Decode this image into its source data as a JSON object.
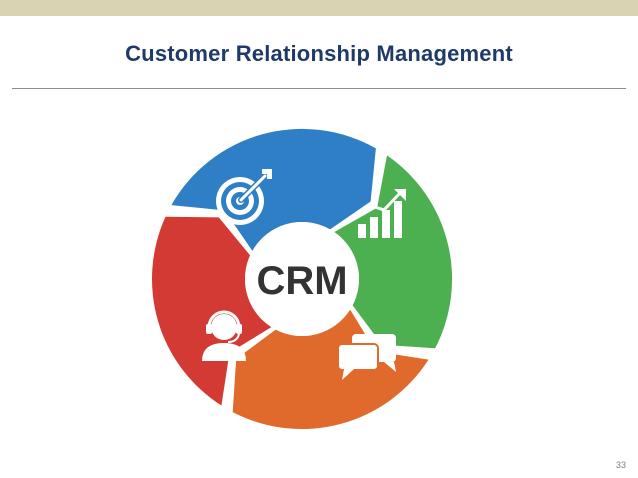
{
  "slide": {
    "title": "Customer Relationship Management",
    "page_number": "33"
  },
  "diagram": {
    "center_label": "CRM",
    "segments": [
      {
        "name": "target",
        "icon": "target-icon",
        "color": "#2f7fc6"
      },
      {
        "name": "growth",
        "icon": "growth-chart-icon",
        "color": "#4caf50"
      },
      {
        "name": "communication",
        "icon": "chat-bubbles-icon",
        "color": "#e06a2c"
      },
      {
        "name": "support",
        "icon": "headset-agent-icon",
        "color": "#d33a33"
      }
    ]
  },
  "colors": {
    "title": "#1f3a68",
    "top_band": "#d9d3b4",
    "divider": "#8c8c8c",
    "center_text": "#333333"
  }
}
